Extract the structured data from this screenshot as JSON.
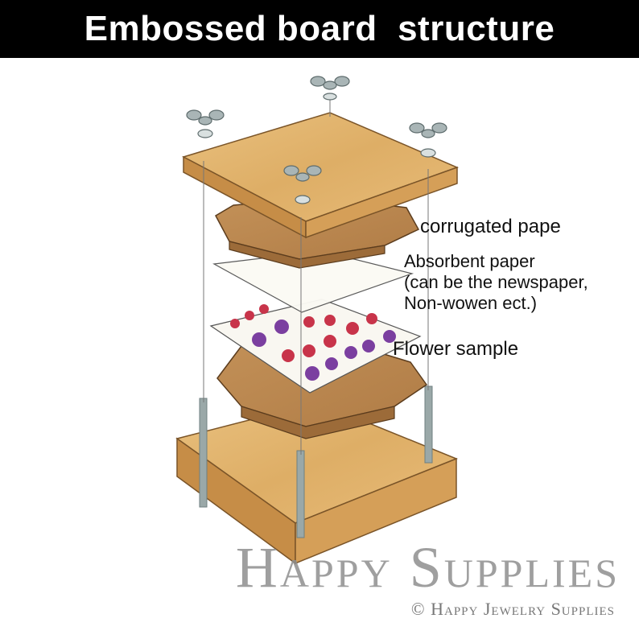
{
  "title": "Embossed board  structure",
  "labels": {
    "corrugated": "corrugated pape",
    "absorbent_1": "Absorbent paper",
    "absorbent_2": "(can be the newspaper,",
    "absorbent_3": "Non-wowen ect.)",
    "flower": "Flower sample"
  },
  "watermark": {
    "brand": "Happy Supplies",
    "copyright": "© Happy Jewelry Supplies"
  },
  "colors": {
    "wood_top": "#e2b46d",
    "wood_edge": "#c8914a",
    "cardboard": "#b98650",
    "paper": "#f7f5ee",
    "flower_red": "#c8344a",
    "flower_purple": "#7b3fa0",
    "bolt": "#8a9a9a"
  }
}
